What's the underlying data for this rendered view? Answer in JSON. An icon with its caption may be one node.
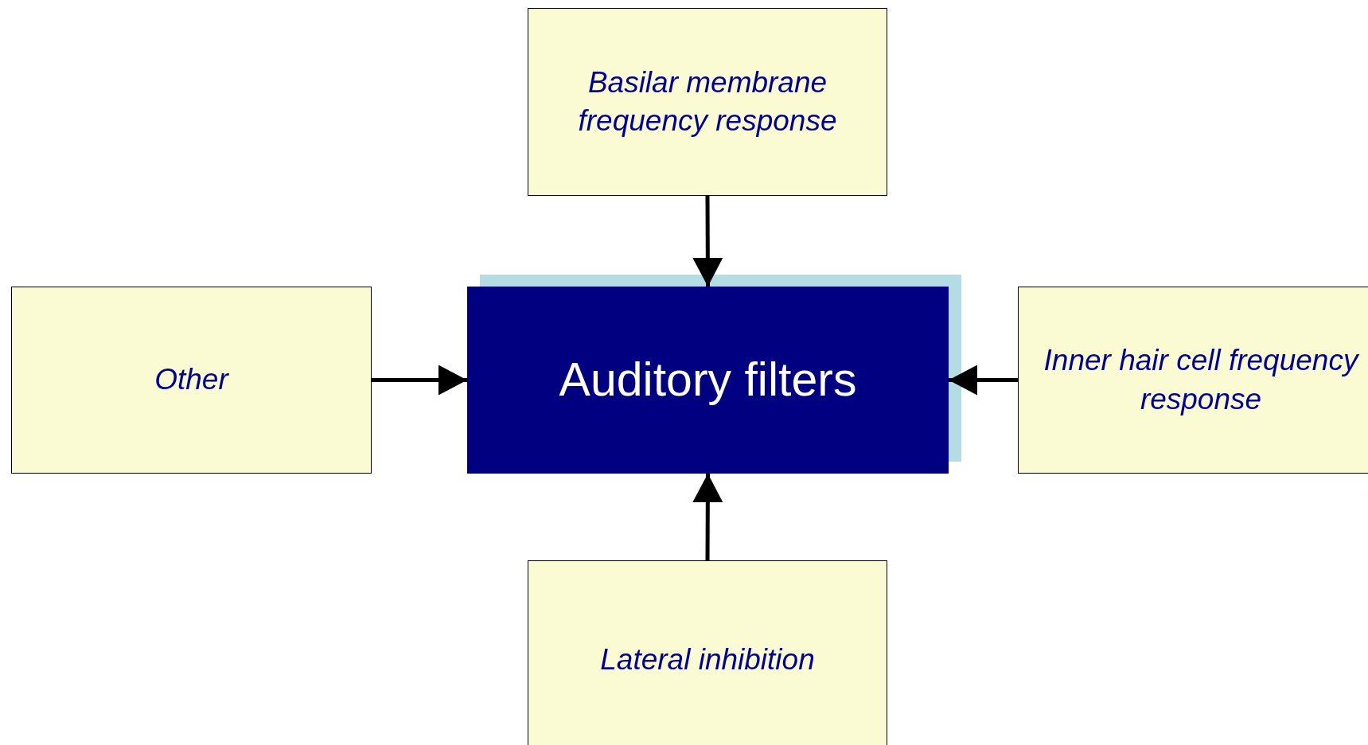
{
  "diagram": {
    "nodes": [
      {
        "text": [
          "Basilar membrane frequency response"
        ]
      },
      {
        "text": [
          "Other"
        ]
      },
      {
        "text": [
          "Auditory filters"
        ]
      },
      {
        "text": [
          "Inner hair cell frequency response"
        ]
      },
      {
        "text": [
          "Lateral inhibition"
        ]
      }
    ],
    "edges": [
      {
        "from": 0,
        "to": 2,
        "arrow": "to"
      },
      {
        "from": 1,
        "to": 2,
        "arrow": "to"
      },
      {
        "from": 3,
        "to": 2,
        "arrow": "to"
      },
      {
        "from": 4,
        "to": 2,
        "arrow": "to"
      }
    ]
  }
}
